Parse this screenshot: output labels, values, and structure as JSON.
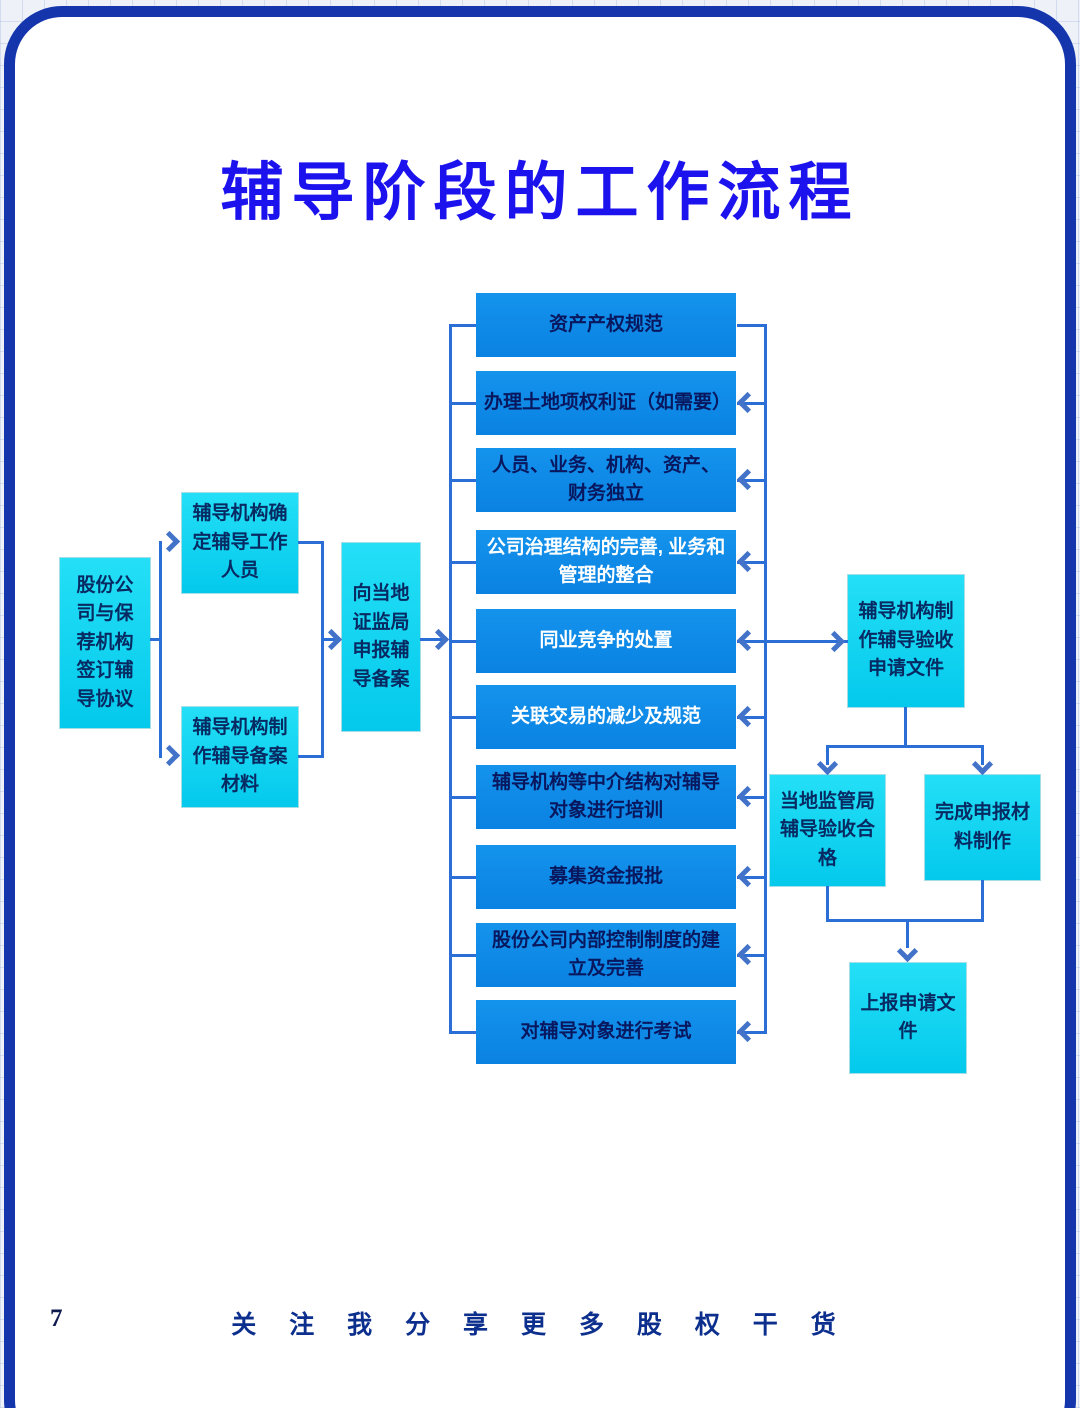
{
  "page": {
    "title": "辅导阶段的工作流程",
    "page_number": "7",
    "footer": "关 注 我 分 享 更 多 股 权 干 货"
  },
  "colors": {
    "title_blue": "#1b12ee",
    "cyan_box": "#0fd3f0",
    "azure_box": "#0d8ae6",
    "dark_text": "#08175e",
    "white_text": "#ffffff",
    "connector_line": "#2b6fd6",
    "arrowhead": "#4373c8",
    "page_border": "#1435ac"
  },
  "flow": {
    "start": "股份公司与保荐机构签订辅导协议",
    "branch_top": "辅导机构确定辅导工作人员",
    "branch_bottom": "辅导机构制作辅导备案材料",
    "filing": "向当地证监局申报辅导备案",
    "tasks": [
      {
        "label": "资产产权规范"
      },
      {
        "label": "办理土地项权利证（如需要）"
      },
      {
        "label": "人员、业务、机构、资产、财务独立"
      },
      {
        "label": "公司治理结构的完善, 业务和管理的整合"
      },
      {
        "label": "同业竞争的处置"
      },
      {
        "label": "关联交易的减少及规范"
      },
      {
        "label": "辅导机构等中介结构对辅导对象进行培训"
      },
      {
        "label": "募集资金报批"
      },
      {
        "label": "股份公司内部控制制度的建立及完善"
      },
      {
        "label": "对辅导对象进行考试"
      }
    ],
    "acceptance_request": "辅导机构制作辅导验收申请文件",
    "acceptance_pass": "当地监管局辅导验收合格",
    "materials_done": "完成申报材料制作",
    "submit": "上报申请文件"
  }
}
